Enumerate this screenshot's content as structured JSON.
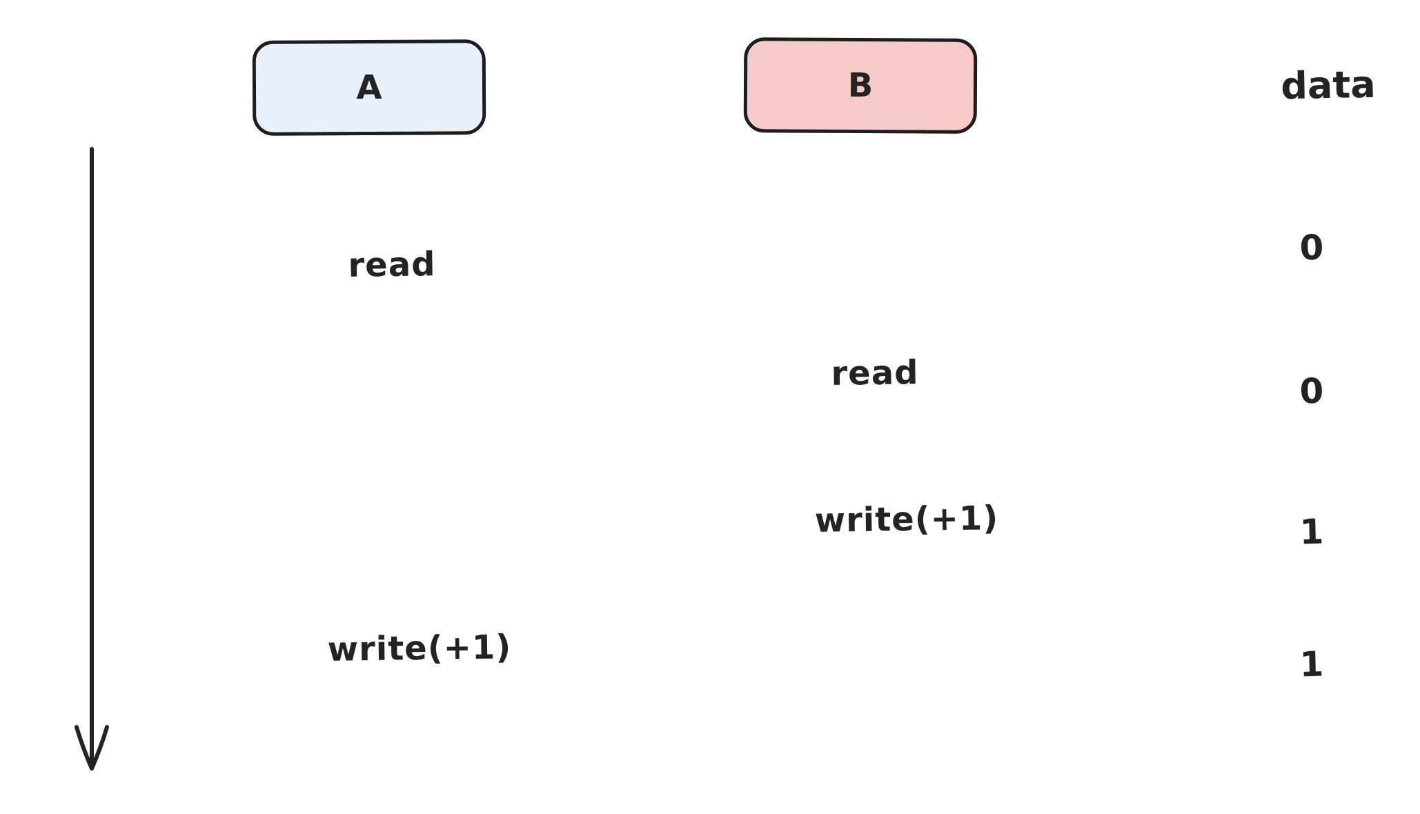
{
  "diagram": {
    "kind": "sequence-race-condition",
    "background_color": "#ffffff",
    "ink_color": "#232323",
    "border_color": "#1d1d1d",
    "actors": [
      {
        "label": "A",
        "fill": "#e8f1fa"
      },
      {
        "label": "B",
        "fill": "#f7caca"
      }
    ],
    "data_column": {
      "header": "data"
    },
    "timeline": {
      "icon": "down-arrow",
      "direction": "down"
    },
    "events": [
      {
        "actor": "A",
        "action": "read",
        "data_value": "0"
      },
      {
        "actor": "B",
        "action": "read",
        "data_value": "0"
      },
      {
        "actor": "B",
        "action": "write(+1)",
        "data_value": "1"
      },
      {
        "actor": "A",
        "action": "write(+1)",
        "data_value": "1"
      }
    ]
  }
}
